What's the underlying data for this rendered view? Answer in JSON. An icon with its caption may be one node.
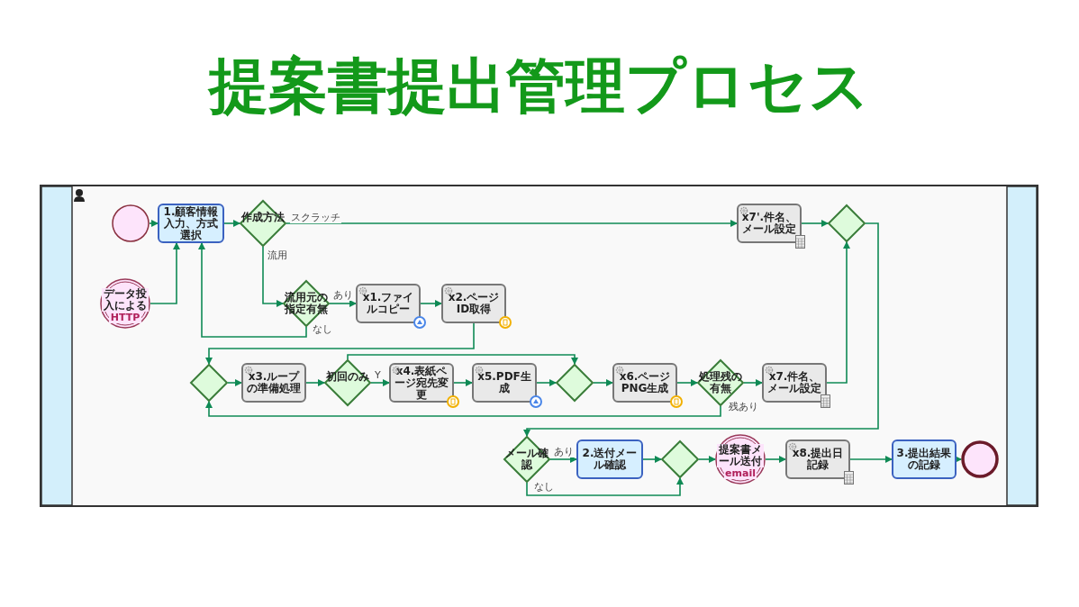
{
  "diagram": {
    "title": "提案書提出管理プロセス",
    "nodes": [
      {
        "text": [],
        "shape": "circle"
      },
      {
        "text": [
          "1.顧客情報入力、方式選択"
        ]
      },
      {
        "text": [
          "作成方法"
        ]
      },
      {
        "text": [
          "データ投入による",
          "HTTP"
        ]
      },
      {
        "text": [
          "流用元の指定有無"
        ]
      },
      {
        "text": [
          "x1.ファイルコピー"
        ]
      },
      {
        "text": [
          "x2.ページID取得"
        ]
      },
      {
        "text": [
          "x7'.件名、メール設定"
        ]
      },
      {
        "text": [],
        "shape": "diamond"
      },
      {
        "text": [],
        "shape": "diamond"
      },
      {
        "text": [
          "x3.ループの準備処理"
        ]
      },
      {
        "text": [
          "初回のみ"
        ]
      },
      {
        "text": [
          "x4.表紙ページ宛先変更"
        ]
      },
      {
        "text": [
          "x5.PDF生成"
        ]
      },
      {
        "text": [],
        "shape": "diamond"
      },
      {
        "text": [
          "x6.ページPNG生成"
        ]
      },
      {
        "text": [
          "処理残の有無"
        ]
      },
      {
        "text": [
          "x7.件名、メール設定"
        ]
      },
      {
        "text": [
          "メール確認"
        ]
      },
      {
        "text": [
          "2.送付メール確認"
        ]
      },
      {
        "text": [],
        "shape": "diamond"
      },
      {
        "text": [
          "提案書メール送付",
          "email"
        ]
      },
      {
        "text": [
          "x8.提出日記録"
        ]
      },
      {
        "text": [
          "3.提出結果の記録"
        ]
      },
      {
        "text": [],
        "shape": "circle"
      }
    ],
    "edges": [
      {
        "from": 0,
        "to": 1,
        "arrow": "to"
      },
      {
        "from": 1,
        "to": 2,
        "arrow": "to"
      },
      {
        "from": 2,
        "to": 7,
        "arrow": "to",
        "label": "スクラッチ"
      },
      {
        "from": 2,
        "to": 4,
        "arrow": "to",
        "label": "流用"
      },
      {
        "from": 3,
        "to": 1,
        "arrow": "to"
      },
      {
        "from": 4,
        "to": 5,
        "arrow": "to",
        "label": "あり"
      },
      {
        "from": 4,
        "to": 1,
        "arrow": "to",
        "label": "なし"
      },
      {
        "from": 5,
        "to": 6,
        "arrow": "to"
      },
      {
        "from": 6,
        "to": 9,
        "arrow": "to"
      },
      {
        "from": 7,
        "to": 8,
        "arrow": "to"
      },
      {
        "from": 8,
        "to": 18,
        "arrow": "to"
      },
      {
        "from": 9,
        "to": 10,
        "arrow": "to"
      },
      {
        "from": 10,
        "to": 11,
        "arrow": "to"
      },
      {
        "from": 11,
        "to": 12,
        "arrow": "to",
        "label": "Y"
      },
      {
        "from": 11,
        "to": 14,
        "arrow": "to"
      },
      {
        "from": 12,
        "to": 13,
        "arrow": "to"
      },
      {
        "from": 13,
        "to": 14,
        "arrow": "to"
      },
      {
        "from": 14,
        "to": 15,
        "arrow": "to"
      },
      {
        "from": 15,
        "to": 16,
        "arrow": "to"
      },
      {
        "from": 16,
        "to": 17,
        "arrow": "to"
      },
      {
        "from": 16,
        "to": 9,
        "arrow": "to",
        "label": "残あり"
      },
      {
        "from": 17,
        "to": 8,
        "arrow": "to"
      },
      {
        "from": 18,
        "to": 19,
        "arrow": "to",
        "label": "あり"
      },
      {
        "from": 18,
        "to": 20,
        "arrow": "to",
        "label": "なし"
      },
      {
        "from": 19,
        "to": 20,
        "arrow": "to"
      },
      {
        "from": 20,
        "to": 21,
        "arrow": "to"
      },
      {
        "from": 21,
        "to": 22,
        "arrow": "to"
      },
      {
        "from": 22,
        "to": 23,
        "arrow": "to"
      },
      {
        "from": 23,
        "to": 24,
        "arrow": "to"
      }
    ]
  }
}
